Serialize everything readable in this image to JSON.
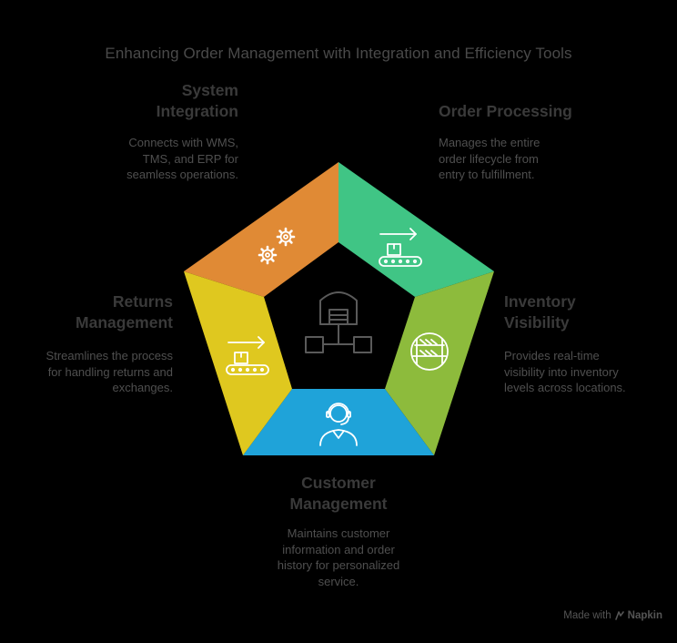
{
  "title": "Enhancing Order Management with Integration and Efficiency Tools",
  "segments": {
    "system_integration": {
      "heading_line1": "System",
      "heading_line2": "Integration",
      "desc_line1": "Connects with WMS,",
      "desc_line2": "TMS, and ERP for",
      "desc_line3": "seamless operations.",
      "color": "#e08a35",
      "icon": "gears-icon"
    },
    "order_processing": {
      "heading_line1": "Order Processing",
      "desc_line1": "Manages the entire",
      "desc_line2": "order lifecycle from",
      "desc_line3": "entry to fulfillment.",
      "color": "#40c585",
      "icon": "conveyor-arrow-icon"
    },
    "inventory_visibility": {
      "heading_line1": "Inventory",
      "heading_line2": "Visibility",
      "desc_line1": "Provides real-time",
      "desc_line2": "visibility into inventory",
      "desc_line3": "levels across locations.",
      "color": "#8dbb3c",
      "icon": "warehouse-shelves-icon"
    },
    "customer_management": {
      "heading_line1": "Customer",
      "heading_line2": "Management",
      "desc_line1": "Maintains customer",
      "desc_line2": "information and order",
      "desc_line3": "history for personalized",
      "desc_line4": "service.",
      "color": "#1fa3d9",
      "icon": "headset-agent-icon"
    },
    "returns_management": {
      "heading_line1": "Returns",
      "heading_line2": "Management",
      "desc_line1": "Streamlines the process",
      "desc_line2": "for handling returns and",
      "desc_line3": "exchanges.",
      "color": "#dfc81f",
      "icon": "conveyor-arrow-icon"
    }
  },
  "center_icon": "warehouse-network-icon",
  "footer": {
    "prefix": "Made with",
    "brand": "Napkin"
  }
}
